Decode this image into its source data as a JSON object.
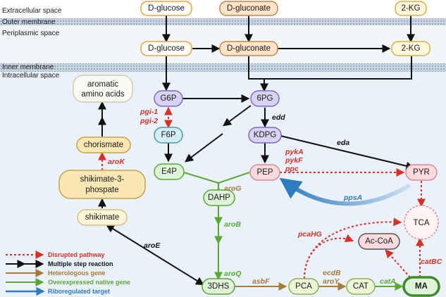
{
  "regions": {
    "extracellular": "Extracellular space",
    "outer_membrane": "Outer membrane",
    "periplasmic": "Periplasmic space",
    "inner_membrane": "Inner membrane",
    "intracellular": "Intracellular space"
  },
  "nodes": {
    "dglucose_ext": "D-glucose",
    "dgluconate_ext": "D-gluconate",
    "twokg_ext": "2-KG",
    "dglucose_peri": "D-glucose",
    "dgluconate_peri": "D-gluconate",
    "twokg_peri": "2-KG",
    "g6p": "G6P",
    "sixpg": "6PG",
    "f6p": "F6P",
    "kdpg": "KDPG",
    "e4p": "E4P",
    "pep": "PEP",
    "pyr": "PYR",
    "aromatic_line1": "aromatic",
    "aromatic_line2": "amino acids",
    "chorismate": "chorismate",
    "s3p_line1": "shikimate-3-",
    "s3p_line2": "phospate",
    "shikimate": "shikimate",
    "dahp": "DAHP",
    "tca": "TCA",
    "accoa": "Ac-CoA",
    "dhs": "3DHS",
    "pca": "PCA",
    "cat": "CAT",
    "ma": "MA"
  },
  "genes": {
    "pgi1": "pgi-1",
    "pgi2": "pgi-2",
    "edd": "edd",
    "eda": "eda",
    "pykA": "pykA",
    "pykF": "pykF",
    "ppc": "ppc",
    "aroK": "aroK",
    "aroG": "aroG",
    "ppsA": "ppsA",
    "aroB": "aroB",
    "aroE": "aroE",
    "pcaHG": "pcaHG",
    "catBC": "catBC",
    "aroQ": "aroQ",
    "asbF": "asbF",
    "ecdB": "ecdB",
    "aroY": "aroY",
    "catA": "catA"
  },
  "legend": [
    {
      "label": "Disrupted pathway",
      "color": "#d93025"
    },
    {
      "label": "Multiple step reaction",
      "color": "#111111"
    },
    {
      "label": "Heterologous gene",
      "color": "#a67c37"
    },
    {
      "label": "Overexpressed native gene",
      "color": "#5aa832"
    },
    {
      "label": "Riboregulated target",
      "color": "#2f7bbf"
    }
  ],
  "colors": {
    "disrupted": "#d93025",
    "native": "#111111",
    "heterologous": "#a67c37",
    "overexpressed": "#5aa832",
    "riboregulated": "#2f7bbf"
  }
}
